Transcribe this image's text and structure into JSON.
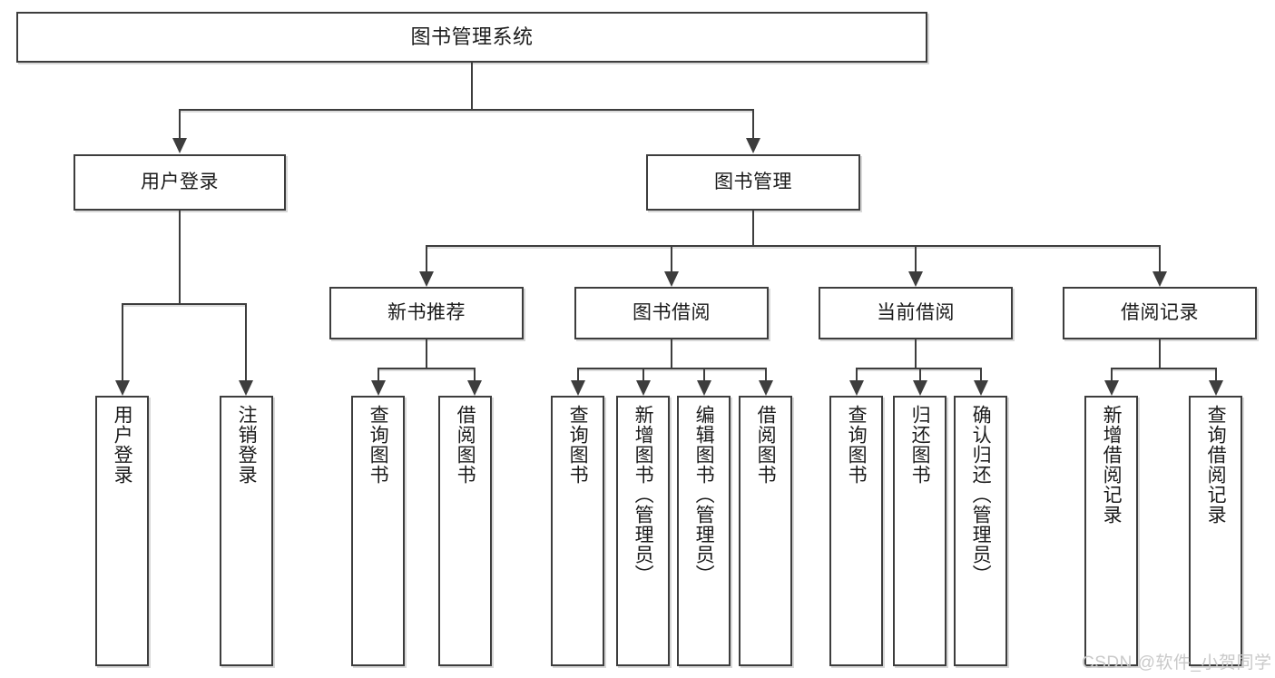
{
  "diagram": {
    "type": "tree-hierarchy-chart",
    "title": "图书管理系统",
    "orientation": "top-down",
    "levels": 4,
    "colors": {
      "box_border": "#3d3d3d",
      "box_fill": "#ffffff",
      "connector": "#3d3d3d",
      "box_shadow": "#d8d8d8",
      "text": "#1b1b1b",
      "watermark": "#c9c9c9",
      "background": "#ffffff"
    }
  },
  "root": {
    "label": "图书管理系统"
  },
  "level2": [
    {
      "id": "user-login",
      "label": "用户登录"
    },
    {
      "id": "book-management",
      "label": "图书管理"
    }
  ],
  "level3": [
    {
      "id": "new-book-recommend",
      "label": "新书推荐"
    },
    {
      "id": "book-borrow",
      "label": "图书借阅"
    },
    {
      "id": "current-borrow",
      "label": "当前借阅"
    },
    {
      "id": "borrow-record",
      "label": "借阅记录"
    }
  ],
  "leaves": {
    "user_login": [
      {
        "id": "leaf-user-login",
        "label": "用户登录"
      },
      {
        "id": "leaf-logout",
        "label": "注销登录"
      }
    ],
    "new_book_recommend": [
      {
        "id": "leaf-query-book-1",
        "label": "查询图书"
      },
      {
        "id": "leaf-borrow-book-1",
        "label": "借阅图书"
      }
    ],
    "book_borrow": [
      {
        "id": "leaf-query-book-2",
        "label": "查询图书"
      },
      {
        "id": "leaf-add-book",
        "label": "新增图书（管理员）"
      },
      {
        "id": "leaf-edit-book",
        "label": "编辑图书（管理员）"
      },
      {
        "id": "leaf-borrow-book-2",
        "label": "借阅图书"
      }
    ],
    "current_borrow": [
      {
        "id": "leaf-query-book-3",
        "label": "查询图书"
      },
      {
        "id": "leaf-return-book",
        "label": "归还图书"
      },
      {
        "id": "leaf-confirm-return",
        "label": "确认归还（管理员）"
      }
    ],
    "borrow_record": [
      {
        "id": "leaf-add-record",
        "label": "新增借阅记录"
      },
      {
        "id": "leaf-query-record",
        "label": "查询借阅记录"
      }
    ]
  },
  "watermark": {
    "text": "CSDN @软件_小贺同学"
  }
}
